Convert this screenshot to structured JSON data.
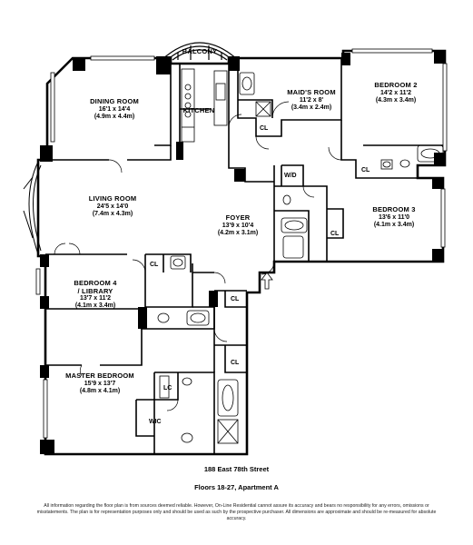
{
  "plan": {
    "rooms": [
      {
        "id": "dining",
        "name": "DINING ROOM",
        "dims": "16'1 x 14'4",
        "metric": "(4.9m x 4.4m)"
      },
      {
        "id": "kitchen",
        "name": "KITCHEN",
        "dims": "",
        "metric": ""
      },
      {
        "id": "balcony",
        "name": "BALCONY",
        "dims": "",
        "metric": ""
      },
      {
        "id": "maid",
        "name": "MAID'S ROOM",
        "dims": "11'2 x 8'",
        "metric": "(3.4m x 2.4m)"
      },
      {
        "id": "bed2",
        "name": "BEDROOM 2",
        "dims": "14'2 x 11'2",
        "metric": "(4.3m x 3.4m)"
      },
      {
        "id": "living",
        "name": "LIVING ROOM",
        "dims": "24'5 x 14'0",
        "metric": "(7.4m x 4.3m)"
      },
      {
        "id": "foyer",
        "name": "FOYER",
        "dims": "13'9 x 10'4",
        "metric": "(4.2m x 3.1m)"
      },
      {
        "id": "bed3",
        "name": "BEDROOM 3",
        "dims": "13'6 x 11'0",
        "metric": "(4.1m x 3.4m)"
      },
      {
        "id": "bed4",
        "name": "BEDROOM 4",
        "name2": "/ LIBRARY",
        "dims": "13'7 x 11'2",
        "metric": "(4.1m x 3.4m)"
      },
      {
        "id": "master",
        "name": "MASTER BEDROOM",
        "dims": "15'9 x 13'7",
        "metric": "(4.8m x 4.1m)"
      }
    ],
    "tags": {
      "cl_maid": "CL",
      "cl_bed2": "CL",
      "wd": "W/D",
      "cl_bed3": "CL",
      "cl_bed4": "CL",
      "cl_hall1": "CL",
      "cl_hall2": "CL",
      "lc": "LC",
      "wic": "WIC"
    }
  },
  "footer": {
    "address": "188 East 78th Street",
    "floors": "Floors 18-27, Apartment A",
    "disclaimer": "All information regarding the floor plan is from sources deemed reliable. However, On-Line Residential cannot assure its accuracy and bears no responsibility for any errors, omissions or misstatements. The plan is for representation purposes only and should be used as such by the prospective purchaser. All dimensions are approximate and should be re-measured for absolute accuracy."
  }
}
